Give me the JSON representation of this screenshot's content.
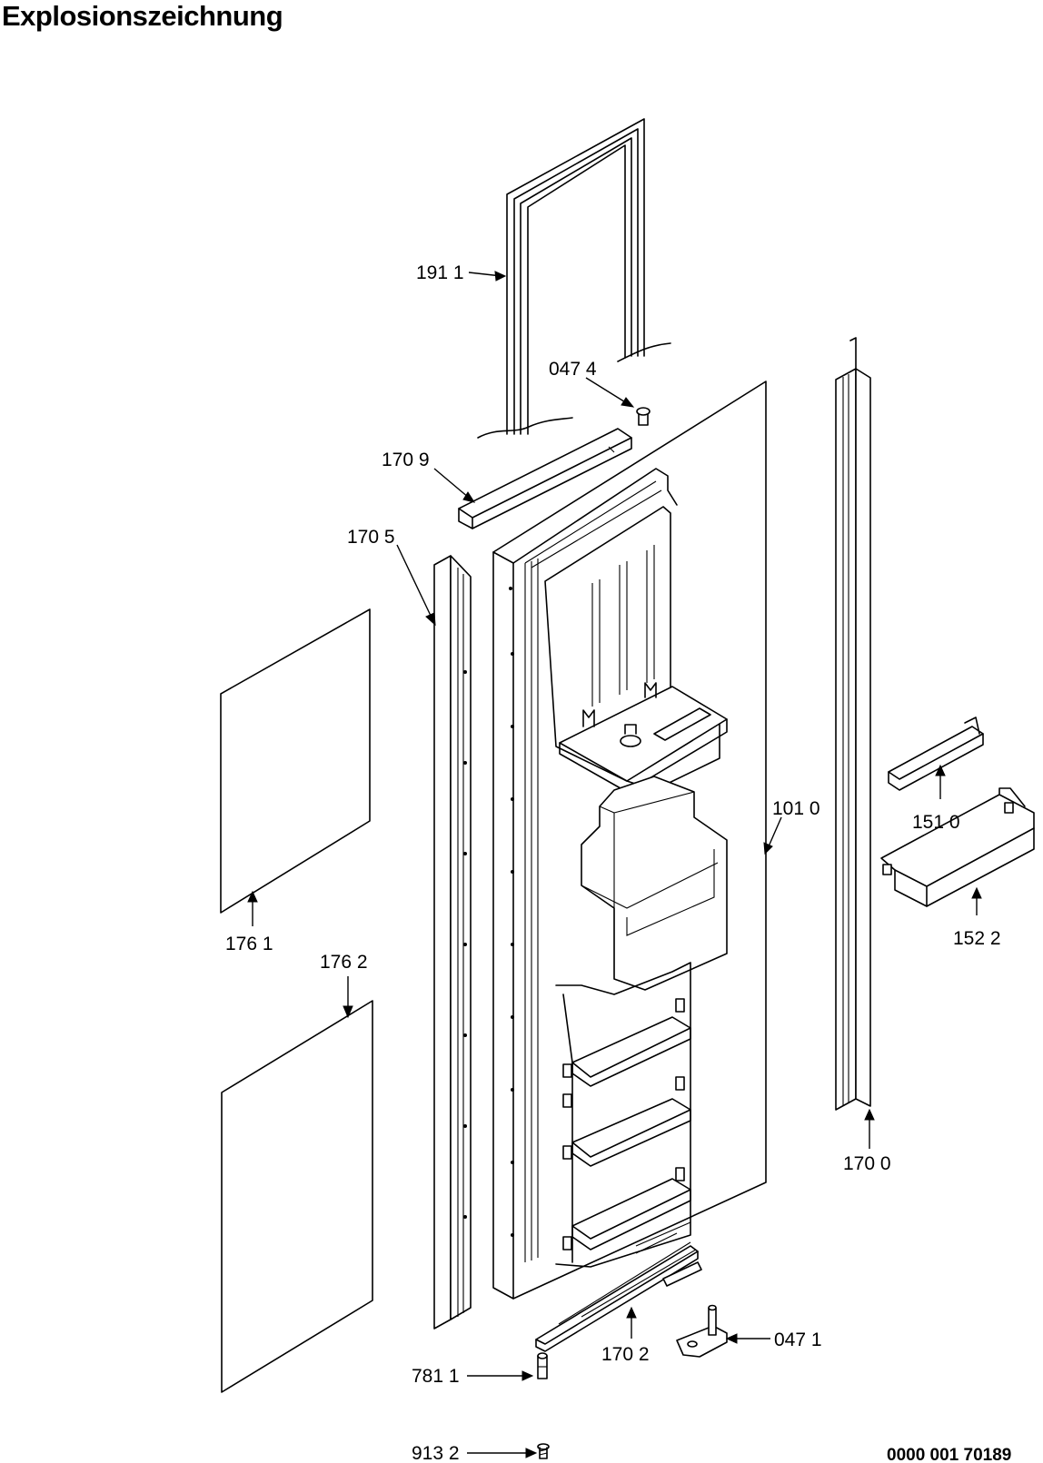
{
  "title": "Explosionszeichnung",
  "document_number": "0000 001 70189",
  "parts": [
    {
      "id": "191-1",
      "label": "191 1",
      "description_visible": false
    },
    {
      "id": "047-4",
      "label": "047 4"
    },
    {
      "id": "170-9",
      "label": "170 9"
    },
    {
      "id": "170-5",
      "label": "170 5"
    },
    {
      "id": "101-0",
      "label": "101 0"
    },
    {
      "id": "151-0",
      "label": "151 0"
    },
    {
      "id": "152-2",
      "label": "152 2"
    },
    {
      "id": "176-1",
      "label": "176 1"
    },
    {
      "id": "176-2",
      "label": "176 2"
    },
    {
      "id": "170-0",
      "label": "170 0"
    },
    {
      "id": "170-2",
      "label": "170 2"
    },
    {
      "id": "047-1",
      "label": "047 1"
    },
    {
      "id": "781-1",
      "label": "781 1"
    },
    {
      "id": "913-2",
      "label": "913 2"
    }
  ]
}
